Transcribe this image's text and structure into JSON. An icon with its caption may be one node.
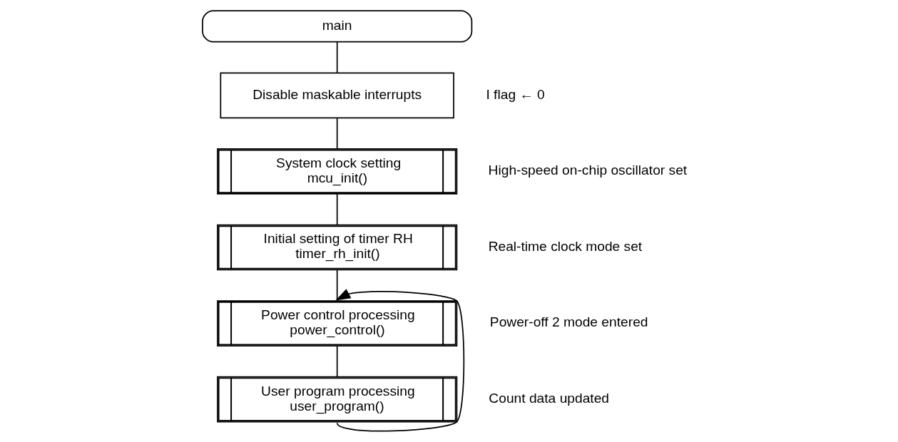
{
  "diagram": {
    "nodes": [
      {
        "text": [
          "main"
        ]
      },
      {
        "text": [
          "Disable maskable interrupts"
        ],
        "beside": [
          "I flag ← 0"
        ]
      },
      {
        "text": [
          "System clock setting",
          "mcu_init()"
        ],
        "beside": [
          "High-speed on-chip oscillator set"
        ]
      },
      {
        "text": [
          "Initial setting of timer RH",
          "timer_rh_init()"
        ],
        "beside": [
          "Real-time clock mode set"
        ]
      },
      {
        "text": [
          "Power control processing",
          "power_control()"
        ],
        "beside": [
          "Power-off 2 mode entered"
        ]
      },
      {
        "text": [
          "User program processing",
          "user_program()"
        ],
        "beside": [
          "Count data updated"
        ]
      }
    ],
    "edges": [
      {
        "from": 0,
        "to": 1,
        "arrow": "none"
      },
      {
        "from": 1,
        "to": 2,
        "arrow": "none"
      },
      {
        "from": 2,
        "to": 3,
        "arrow": "none"
      },
      {
        "from": 3,
        "to": 4,
        "arrow": "none"
      },
      {
        "from": 4,
        "to": 5,
        "arrow": "none"
      },
      {
        "from": 5,
        "to": 4,
        "arrow": "to"
      }
    ]
  }
}
